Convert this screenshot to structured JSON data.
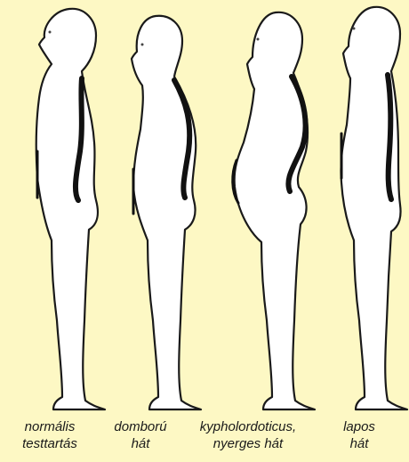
{
  "figures": [
    {
      "id": "normal",
      "line1": "normális",
      "line2": "testtartás"
    },
    {
      "id": "kyphotic",
      "line1": "domború",
      "line2": "hát"
    },
    {
      "id": "kypholordotic",
      "line1": "kypholordoticus,",
      "line2": "nyerges hát"
    },
    {
      "id": "flat",
      "line1": "lapos",
      "line2": "hát"
    }
  ],
  "colors": {
    "background": "#fdf8c4",
    "outline": "#1a1a1a",
    "spine": "#111111",
    "body": "#ffffff"
  }
}
